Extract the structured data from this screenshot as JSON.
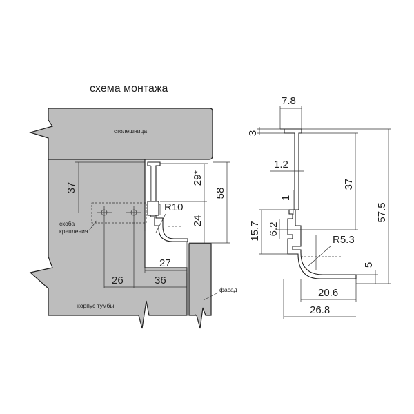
{
  "title": "схема монтажа",
  "labels": {
    "countertop": "столешница",
    "cabinet_body": "корпус тумбы",
    "facade": "фасад",
    "bracket_line1": "скоба",
    "bracket_line2": "крепления"
  },
  "assembly_dims": {
    "d37": "37",
    "d29": "29*",
    "d58": "58",
    "d24": "24",
    "r10": "R10",
    "d27": "27",
    "d26": "26",
    "d36": "36"
  },
  "profile_dims": {
    "d7_8": "7.8",
    "d3": "3",
    "d1_2": "1.2",
    "d1": "1",
    "d15_7": "15.7",
    "d6_2": "6.2",
    "d37": "37",
    "d57_5": "57.5",
    "r5_3": "R5.3",
    "d5": "5",
    "d20_6": "20.6",
    "d26_8": "26.8"
  },
  "colors": {
    "countertop_fill": "#bdbdbd",
    "body_fill": "#bdbdbd",
    "line": "#222222"
  }
}
